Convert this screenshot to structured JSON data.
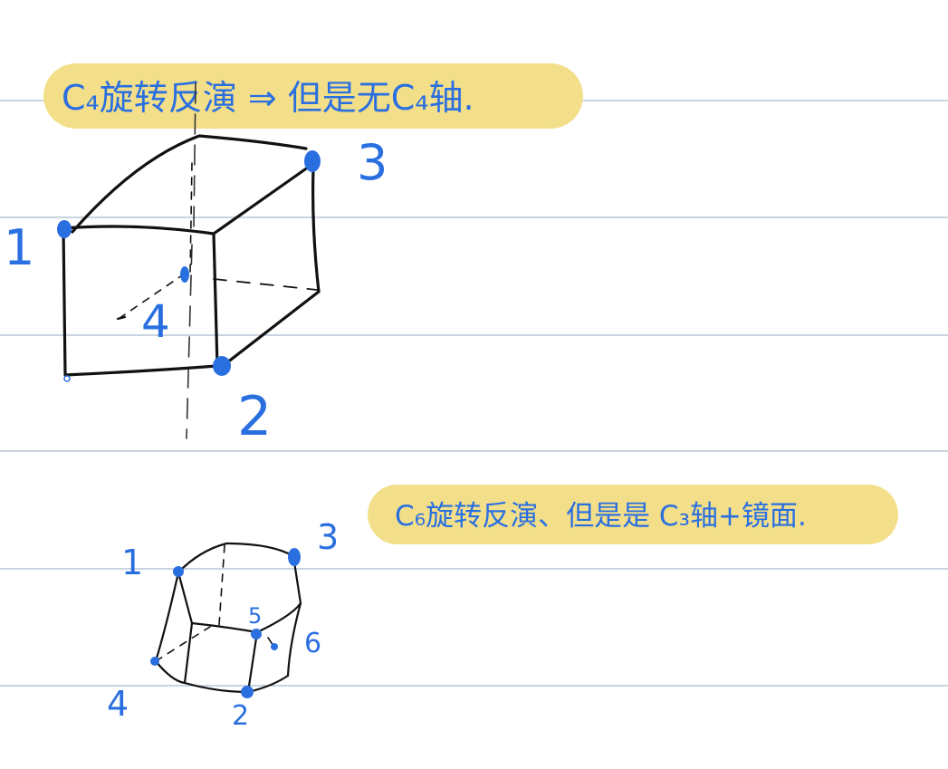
{
  "notes": {
    "note_1": "C₄旋转反演 ⇒ 但是无C₄轴.",
    "note_2": "C₆旋转反演、但是是 C₃轴+镜面."
  },
  "cube": {
    "labels": [
      "1",
      "2",
      "3",
      "4"
    ]
  },
  "hexagonal_prism": {
    "labels": [
      "1",
      "2",
      "3",
      "4",
      "5",
      "6"
    ]
  },
  "colors": {
    "ink_blue": "#2a6fe0",
    "highlight_yellow": "#f3df8a",
    "ruling_lines": "#b9c6d6",
    "pen_black": "#111111"
  }
}
